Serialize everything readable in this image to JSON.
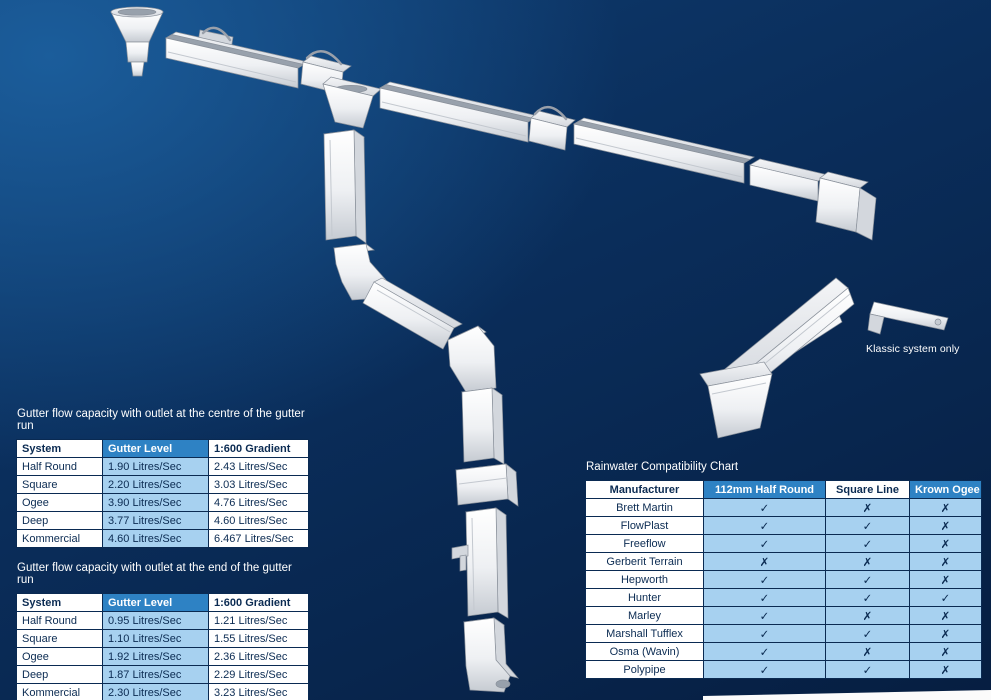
{
  "page": {
    "background_top": "#0f3c70",
    "background_bottom": "#061e41",
    "header_blue": "#2e82c4",
    "cell_light_blue": "#a7d1f0",
    "table_text_dark": "#0b2b52"
  },
  "diagram": {
    "note": "Klassic system only"
  },
  "symbols": {
    "check": "✓",
    "cross": "✗"
  },
  "tables": {
    "centre": {
      "title": "Gutter flow capacity with outlet at the centre of the gutter run",
      "headers": [
        "System",
        "Gutter Level",
        "1:600 Gradient"
      ],
      "rows": [
        [
          "Half Round",
          "1.90 Litres/Sec",
          "2.43 Litres/Sec"
        ],
        [
          "Square",
          "2.20 Litres/Sec",
          "3.03 Litres/Sec"
        ],
        [
          "Ogee",
          "3.90 Litres/Sec",
          "4.76 Litres/Sec"
        ],
        [
          "Deep",
          "3.77 Litres/Sec",
          "4.60 Litres/Sec"
        ],
        [
          "Kommercial",
          "4.60 Litres/Sec",
          "6.467 Litres/Sec"
        ]
      ]
    },
    "end": {
      "title": "Gutter flow capacity with outlet at the end of the gutter run",
      "headers": [
        "System",
        "Gutter Level",
        "1:600 Gradient"
      ],
      "rows": [
        [
          "Half Round",
          "0.95 Litres/Sec",
          "1.21 Litres/Sec"
        ],
        [
          "Square",
          "1.10 Litres/Sec",
          "1.55 Litres/Sec"
        ],
        [
          "Ogee",
          "1.92 Litres/Sec",
          "2.36 Litres/Sec"
        ],
        [
          "Deep",
          "1.87 Litres/Sec",
          "2.29 Litres/Sec"
        ],
        [
          "Kommercial",
          "2.30 Litres/Sec",
          "3.23 Litres/Sec"
        ]
      ]
    },
    "compatibility": {
      "title": "Rainwater Compatibility Chart",
      "headers": [
        "Manufacturer",
        "112mm Half Round",
        "Square Line",
        "Krown Ogee"
      ],
      "rows": [
        {
          "name": "Brett Martin",
          "marks": [
            "check",
            "cross",
            "cross"
          ]
        },
        {
          "name": "FlowPlast",
          "marks": [
            "check",
            "check",
            "cross"
          ]
        },
        {
          "name": "Freeflow",
          "marks": [
            "check",
            "check",
            "cross"
          ]
        },
        {
          "name": "Gerberit Terrain",
          "marks": [
            "cross",
            "cross",
            "cross"
          ]
        },
        {
          "name": "Hepworth",
          "marks": [
            "check",
            "check",
            "cross"
          ]
        },
        {
          "name": "Hunter",
          "marks": [
            "check",
            "check",
            "check"
          ]
        },
        {
          "name": "Marley",
          "marks": [
            "check",
            "cross",
            "cross"
          ]
        },
        {
          "name": "Marshall Tufflex",
          "marks": [
            "check",
            "check",
            "cross"
          ]
        },
        {
          "name": "Osma (Wavin)",
          "marks": [
            "check",
            "cross",
            "cross"
          ]
        },
        {
          "name": "Polypipe",
          "marks": [
            "check",
            "check",
            "cross"
          ]
        }
      ]
    }
  }
}
